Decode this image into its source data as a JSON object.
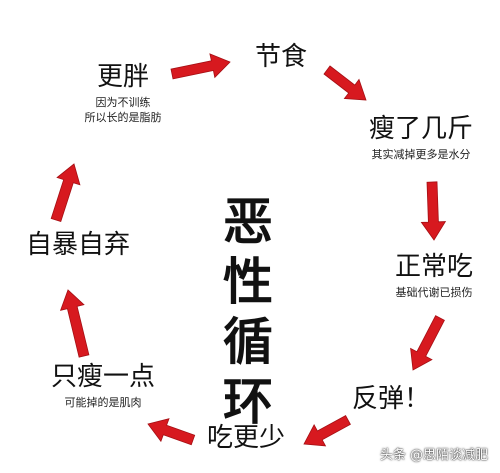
{
  "diagram": {
    "center_title_line1": "恶 性",
    "center_title_line2": "循 环",
    "arrow_color": "#d7191f",
    "nodes": [
      {
        "main": "节食",
        "sub": ""
      },
      {
        "main": "瘦了几斤",
        "sub": "其实减掉更多是水分"
      },
      {
        "main": "正常吃",
        "sub": "基础代谢已损伤"
      },
      {
        "main": "反弹！",
        "sub": ""
      },
      {
        "main": "吃更少",
        "sub": ""
      },
      {
        "main": "只瘦一点",
        "sub": "可能掉的是肌肉"
      },
      {
        "main": "自暴自弃",
        "sub": ""
      },
      {
        "main": "更胖",
        "sub": "因为不训练\n所以长的是脂肪"
      }
    ]
  },
  "watermark": "头条 @思陌谈减肥"
}
